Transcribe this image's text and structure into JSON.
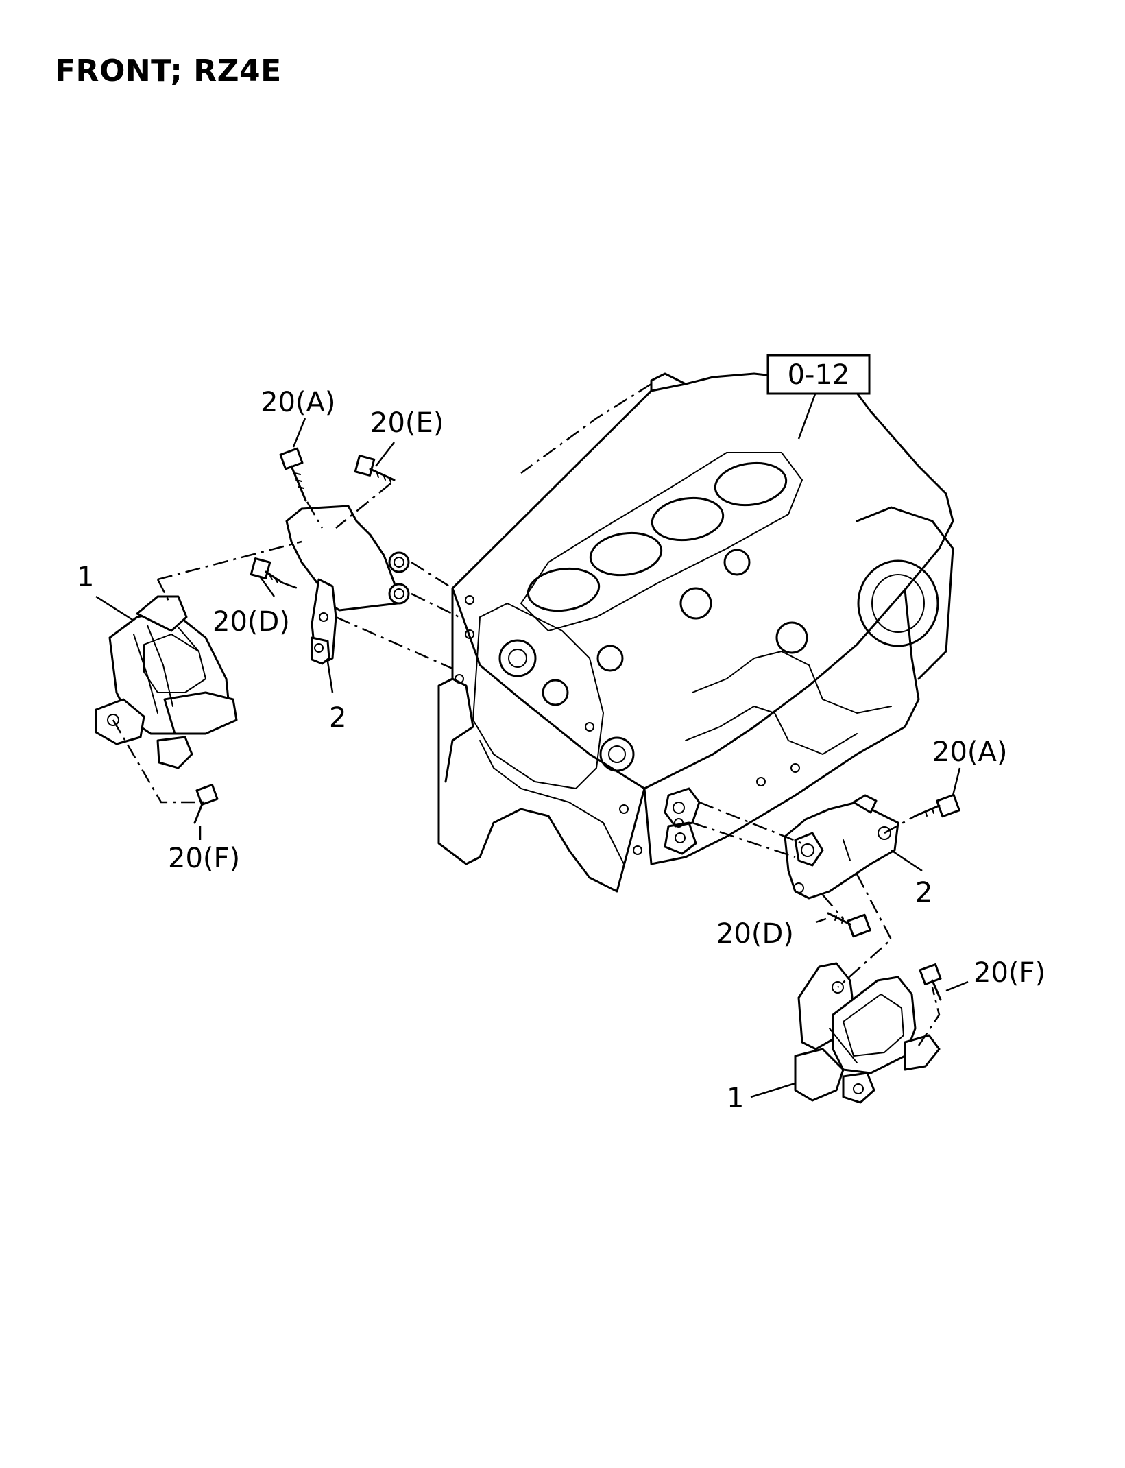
{
  "title": "FRONT; RZ4E",
  "reference_box": "0-12",
  "callouts": {
    "left_mount": "1",
    "left_bracket": "2",
    "left_bolt_a": "20(A)",
    "left_bolt_e": "20(E)",
    "left_bolt_d": "20(D)",
    "left_bolt_f": "20(F)",
    "right_bolt_a": "20(A)",
    "right_bracket": "2",
    "right_bolt_d": "20(D)",
    "right_bolt_f": "20(F)",
    "right_mount": "1"
  }
}
